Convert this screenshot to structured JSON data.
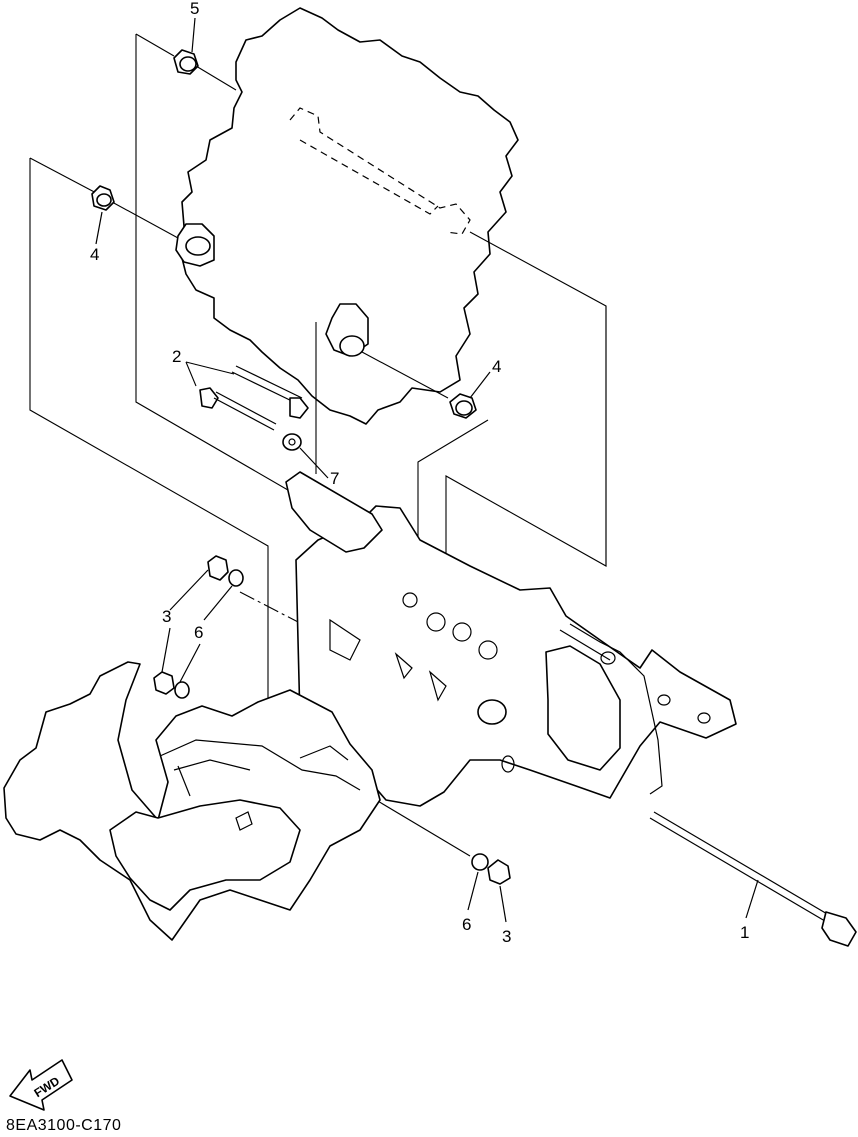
{
  "callouts": {
    "c1": "1",
    "c2": "2",
    "c3a": "3",
    "c3b": "3",
    "c4a": "4",
    "c4b": "4",
    "c5": "5",
    "c6a": "6",
    "c6b": "6",
    "c7": "7"
  },
  "fwd_label": "FWD",
  "diagram_code": "8EA3100-C170"
}
